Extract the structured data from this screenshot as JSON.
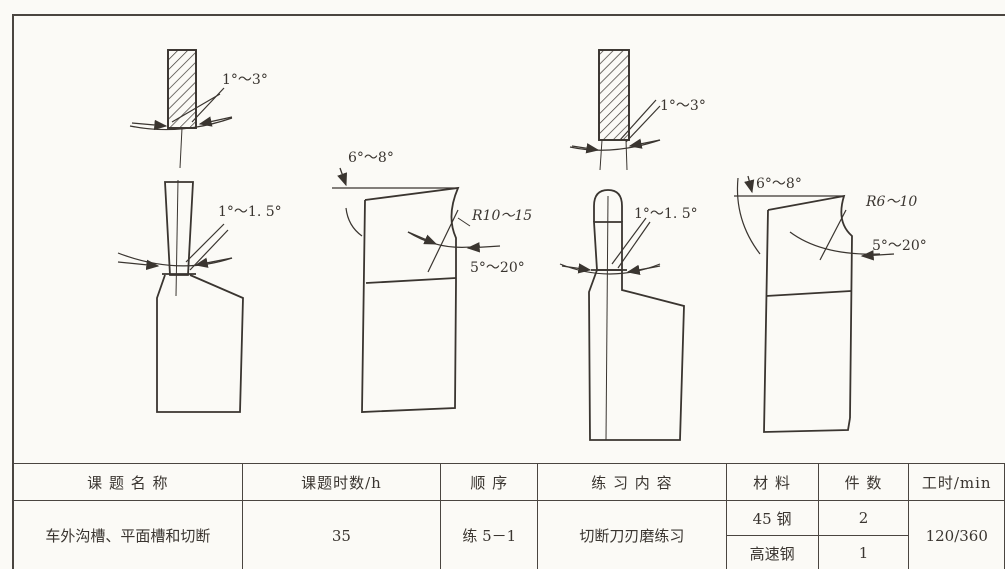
{
  "drawing": {
    "labels": {
      "a1": "1°～3°",
      "a2": "1°～1. 5°",
      "b1": "6°～8°",
      "b2": "R10～15",
      "b3": "5°～20°",
      "c1": "1°～3°",
      "c2": "1°～1. 5°",
      "d1": "6°～8°",
      "d2": "R6～10",
      "d3": "5°～20°"
    }
  },
  "table": {
    "headers": {
      "course_name": "课 题 名 称",
      "course_hours": "课题时数/h",
      "order": "顺 序",
      "content": "练 习 内 容",
      "material": "材 料",
      "quantity": "件 数",
      "work_time": "工时/min"
    },
    "row": {
      "course_name": "车外沟槽、平面槽和切断",
      "course_hours": "35",
      "order": "练 5－1",
      "content": "切断刀刃磨练习",
      "material_1": "45 钢",
      "quantity_1": "2",
      "material_2": "高速钢",
      "quantity_2": "1",
      "work_time": "120/360"
    }
  }
}
